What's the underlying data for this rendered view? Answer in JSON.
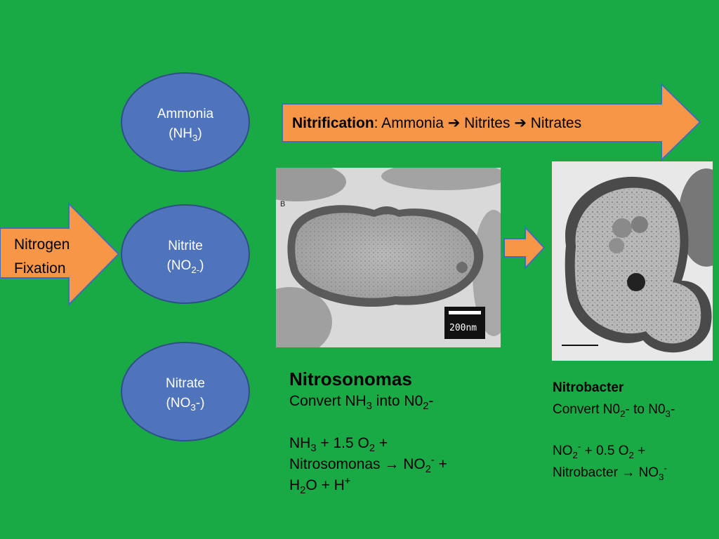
{
  "fixation_arrow": {
    "line1": "Nitrogen",
    "line2": "Fixation"
  },
  "compounds": {
    "ammonia": {
      "name": "Ammonia",
      "formula_prefix": "(NH",
      "formula_sub": "3",
      "formula_suffix": ")"
    },
    "nitrite": {
      "name": "Nitrite",
      "formula_prefix": "(NO",
      "formula_sub": "2-",
      "formula_suffix": ")"
    },
    "nitrate": {
      "name": "Nitrate",
      "formula_prefix": "(NO",
      "formula_sub": "3",
      "formula_suffix": "-)"
    }
  },
  "nitrification_arrow": {
    "label": "Nitrification",
    "text": ": Ammonia ➔ Nitrites ➔ Nitrates"
  },
  "nitrosonomas": {
    "title": "Nitrosonomas",
    "convert": {
      "prefix": "Convert NH",
      "sub": "3",
      "middle": " into N0",
      "sub2": "2",
      "suffix": "-"
    },
    "eq_line1": {
      "a": "NH",
      "a_sub": "3",
      "b": " + 1.5 O",
      "b_sub": "2",
      "c": " +"
    },
    "eq_line2": {
      "a": "Nitrosomonas → NO",
      "a_sub": "2",
      "a_sup": "-",
      "b": " +"
    },
    "eq_line3": {
      "a": "H",
      "a_sub": "2",
      "b": "O + H",
      "b_sup": "+"
    },
    "scale_label": "200nm",
    "panel_letter": "B"
  },
  "nitrobacter": {
    "title": "Nitrobacter",
    "convert": {
      "prefix": "Convert N0",
      "sub": "2",
      "middle": "- to N0",
      "sub2": "3",
      "suffix": "-"
    },
    "eq_line1": {
      "a": "NO",
      "a_sub": "2",
      "a_sup": "-",
      "b": " + 0.5 O",
      "b_sub": "2",
      "c": " +"
    },
    "eq_line2": {
      "a": "Nitrobacter → NO",
      "a_sub": "3",
      "a_sup": "-"
    }
  },
  "colors": {
    "background": "#1aaa45",
    "arrow_fill": "#f79646",
    "arrow_stroke": "#3f6fb5",
    "ellipse_fill": "#4f74bc"
  }
}
